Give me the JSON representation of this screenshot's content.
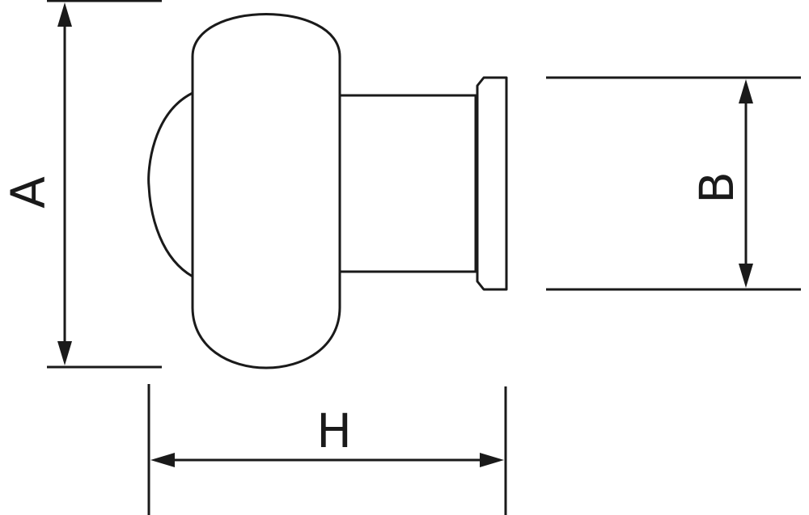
{
  "diagram": {
    "subject": "knob-technical-drawing",
    "dimensions": [
      {
        "key": "A",
        "label": "A"
      },
      {
        "key": "B",
        "label": "B"
      },
      {
        "key": "H",
        "label": "H"
      }
    ]
  },
  "colors": {
    "line": "#1a1a1a",
    "background": "#ffffff"
  }
}
